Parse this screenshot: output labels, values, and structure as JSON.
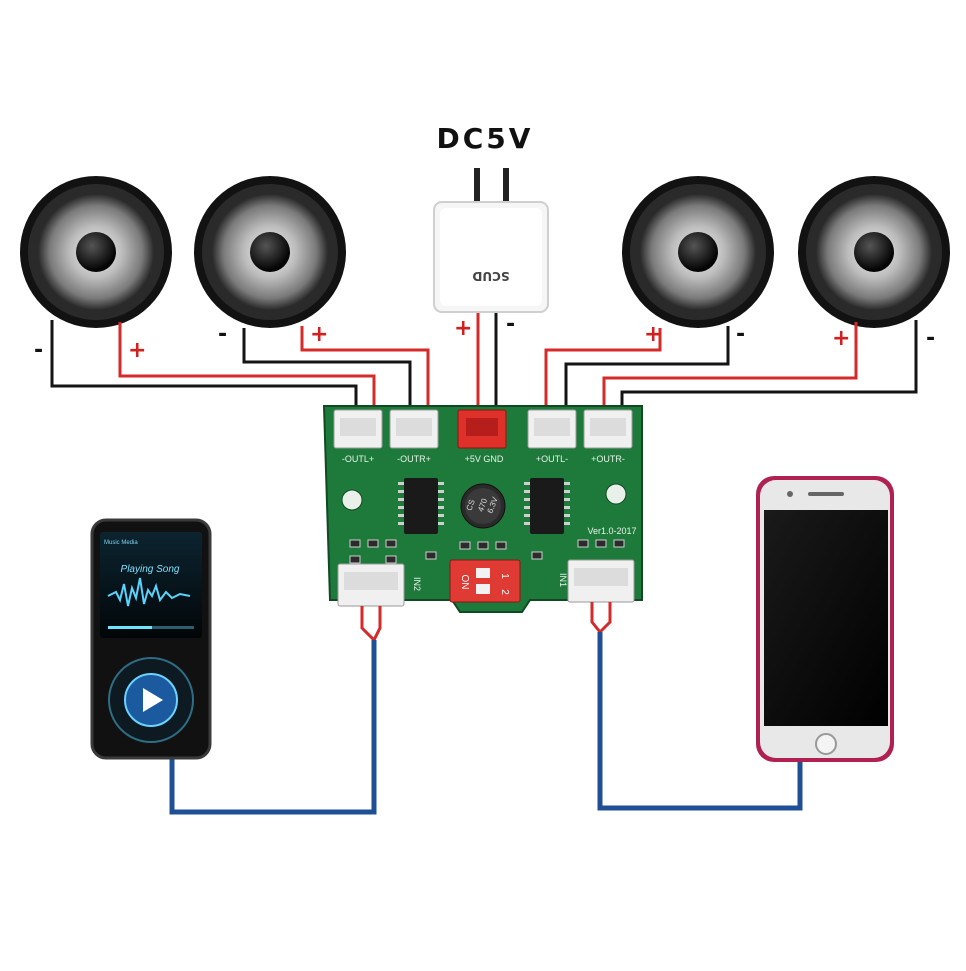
{
  "title": "DC5V",
  "adapter_brand": "SCUD",
  "signs": {
    "plus": "+",
    "minus": "-"
  },
  "board": {
    "connectors": [
      "-OUTL+",
      "-OUTR+",
      "+5V GND",
      "+OUTL-",
      "+OUTR-"
    ],
    "inputs": [
      "IN2",
      "IN1"
    ],
    "switch": [
      "ON",
      "1",
      "2"
    ],
    "capacitor": [
      "CS",
      "470",
      "6.3V"
    ],
    "version": "Ver1.0-2017"
  },
  "player": {
    "header": "Music Media",
    "track": "Playing Song"
  },
  "colors": {
    "wire_red": "#d42a2a",
    "wire_black": "#141414",
    "wire_blue": "#1f4f95",
    "pcb_green": "#1e7a3a",
    "phone_frame": "#b02050"
  }
}
